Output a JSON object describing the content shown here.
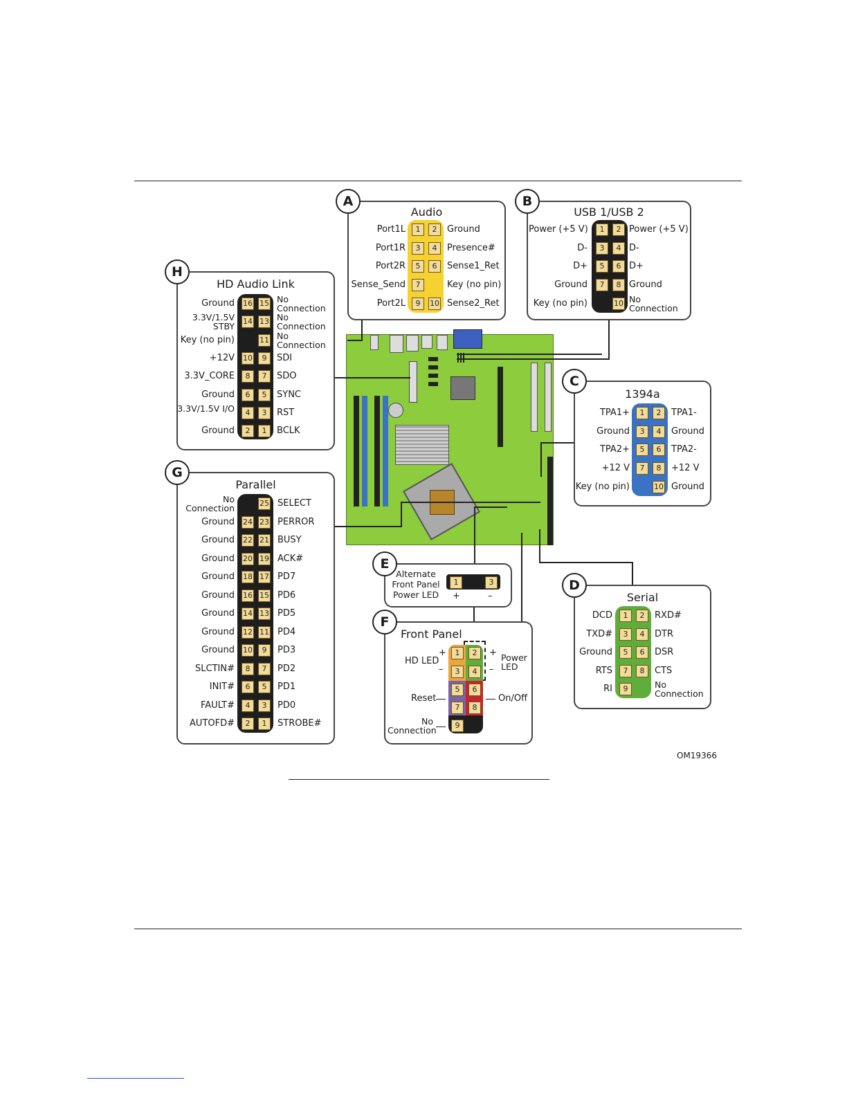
{
  "figure_code": "OM19366",
  "colors": {
    "yellow": "#f5d230",
    "black": "#1e1e1e",
    "blue": "#3a73c4",
    "green": "#5fae3c",
    "orange": "#eba53c",
    "purple": "#7a63a8",
    "red": "#c9242b",
    "board": "#8dcc3c"
  },
  "connectors": [
    {
      "id": "A",
      "title": "Audio",
      "color": "yellow",
      "rows": [
        {
          "l": "Port1L",
          "p1": "1",
          "p2": "2",
          "r": "Ground"
        },
        {
          "l": "Port1R",
          "p1": "3",
          "p2": "4",
          "r": "Presence#"
        },
        {
          "l": "Port2R",
          "p1": "5",
          "p2": "6",
          "r": "Sense1_Ret"
        },
        {
          "l": "Sense_Send",
          "p1": "7",
          "p2": "",
          "r": "Key (no pin)"
        },
        {
          "l": "Port2L",
          "p1": "9",
          "p2": "10",
          "r": "Sense2_Ret"
        }
      ]
    },
    {
      "id": "B",
      "title": "USB 1/USB 2",
      "color": "black",
      "rows": [
        {
          "l": "Power (+5 V)",
          "p1": "1",
          "p2": "2",
          "r": "Power (+5 V)"
        },
        {
          "l": "D-",
          "p1": "3",
          "p2": "4",
          "r": "D-"
        },
        {
          "l": "D+",
          "p1": "5",
          "p2": "6",
          "r": "D+"
        },
        {
          "l": "Ground",
          "p1": "7",
          "p2": "8",
          "r": "Ground"
        },
        {
          "l": "Key (no pin)",
          "p1": "",
          "p2": "10",
          "r": "No Connection"
        }
      ]
    },
    {
      "id": "C",
      "title": "1394a",
      "color": "blue",
      "rows": [
        {
          "l": "TPA1+",
          "p1": "1",
          "p2": "2",
          "r": "TPA1-"
        },
        {
          "l": "Ground",
          "p1": "3",
          "p2": "4",
          "r": "Ground"
        },
        {
          "l": "TPA2+",
          "p1": "5",
          "p2": "6",
          "r": "TPA2-"
        },
        {
          "l": "+12 V",
          "p1": "7",
          "p2": "8",
          "r": "+12 V"
        },
        {
          "l": "Key (no pin)",
          "p1": "",
          "p2": "10",
          "r": "Ground"
        }
      ]
    },
    {
      "id": "D",
      "title": "Serial",
      "color": "green",
      "rows": [
        {
          "l": "DCD",
          "p1": "1",
          "p2": "2",
          "r": "RXD#"
        },
        {
          "l": "TXD#",
          "p1": "3",
          "p2": "4",
          "r": "DTR"
        },
        {
          "l": "Ground",
          "p1": "5",
          "p2": "6",
          "r": "DSR"
        },
        {
          "l": "RTS",
          "p1": "7",
          "p2": "8",
          "r": "CTS"
        },
        {
          "l": "RI",
          "p1": "9",
          "p2": "",
          "r": "No Connection"
        }
      ]
    },
    {
      "id": "H",
      "title": "HD Audio Link",
      "color": "black",
      "rows": [
        {
          "l": "Ground",
          "p1": "16",
          "p2": "15",
          "r": "No Connection"
        },
        {
          "l": "3.3V/1.5V STBY",
          "p1": "14",
          "p2": "13",
          "r": "No Connection"
        },
        {
          "l": "Key (no pin)",
          "p1": "",
          "p2": "11",
          "r": "No Connection"
        },
        {
          "l": "+12V",
          "p1": "10",
          "p2": "9",
          "r": "SDI"
        },
        {
          "l": "3.3V_CORE",
          "p1": "8",
          "p2": "7",
          "r": "SDO"
        },
        {
          "l": "Ground",
          "p1": "6",
          "p2": "5",
          "r": "SYNC"
        },
        {
          "l": "3.3V/1.5V I/O",
          "p1": "4",
          "p2": "3",
          "r": "RST"
        },
        {
          "l": "Ground",
          "p1": "2",
          "p2": "1",
          "r": "BCLK"
        }
      ]
    },
    {
      "id": "G",
      "title": "Parallel",
      "color": "black",
      "rows": [
        {
          "l": "No Connection",
          "p1": "",
          "p2": "25",
          "r": "SELECT"
        },
        {
          "l": "Ground",
          "p1": "24",
          "p2": "23",
          "r": "PERROR"
        },
        {
          "l": "Ground",
          "p1": "22",
          "p2": "21",
          "r": "BUSY"
        },
        {
          "l": "Ground",
          "p1": "20",
          "p2": "19",
          "r": "ACK#"
        },
        {
          "l": "Ground",
          "p1": "18",
          "p2": "17",
          "r": "PD7"
        },
        {
          "l": "Ground",
          "p1": "16",
          "p2": "15",
          "r": "PD6"
        },
        {
          "l": "Ground",
          "p1": "14",
          "p2": "13",
          "r": "PD5"
        },
        {
          "l": "Ground",
          "p1": "12",
          "p2": "11",
          "r": "PD4"
        },
        {
          "l": "Ground",
          "p1": "10",
          "p2": "9",
          "r": "PD3"
        },
        {
          "l": "SLCTIN#",
          "p1": "8",
          "p2": "7",
          "r": "PD2"
        },
        {
          "l": "INIT#",
          "p1": "6",
          "p2": "5",
          "r": "PD1"
        },
        {
          "l": "FAULT#",
          "p1": "4",
          "p2": "3",
          "r": "PD0"
        },
        {
          "l": "AUTOFD#",
          "p1": "2",
          "p2": "1",
          "r": "STROBE#"
        }
      ]
    }
  ],
  "alt_led": {
    "id": "E",
    "label": "Alternate Front Panel Power LED",
    "pin_left": "1",
    "pin_right": "3",
    "plus": "+",
    "minus": "–"
  },
  "front_panel": {
    "id": "F",
    "title": "Front Panel",
    "hd_led": "HD LED",
    "power_led": "Power LED",
    "reset": "Reset",
    "onoff": "On/Off",
    "nc": "No Connection",
    "plus": "+",
    "minus": "–",
    "pins": [
      "1",
      "2",
      "3",
      "4",
      "5",
      "6",
      "7",
      "8",
      "9"
    ]
  }
}
